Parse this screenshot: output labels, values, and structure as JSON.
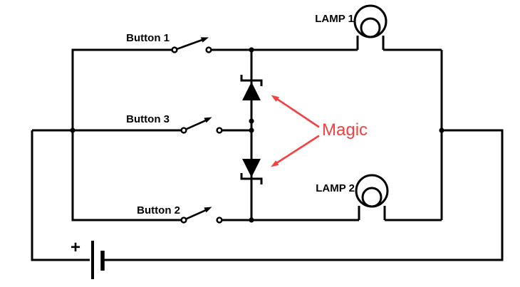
{
  "labels": {
    "button1": "Button 1",
    "button3": "Button 3",
    "button2": "Button 2",
    "lamp1": "LAMP 1",
    "lamp2": "LAMP 2",
    "annotation": "Magic",
    "battery_polarity": "+"
  },
  "colors": {
    "wire": "#000000",
    "annotation_red": "#f44141",
    "background": "#ffffff"
  },
  "components": [
    {
      "name": "battery",
      "type": "battery",
      "polarity_label": "+"
    },
    {
      "name": "switch-button-1",
      "type": "spst-pushbutton-switch",
      "label": "Button 1",
      "state": "open"
    },
    {
      "name": "switch-button-3",
      "type": "spst-pushbutton-switch",
      "label": "Button 3",
      "state": "open"
    },
    {
      "name": "switch-button-2",
      "type": "spst-pushbutton-switch",
      "label": "Button 2",
      "state": "open"
    },
    {
      "name": "lamp-1",
      "type": "lamp",
      "label": "LAMP 1"
    },
    {
      "name": "lamp-2",
      "type": "lamp",
      "label": "LAMP 2"
    },
    {
      "name": "diode-upper",
      "type": "zener-diode",
      "orientation": "cathode-up",
      "annotation": "Magic"
    },
    {
      "name": "diode-lower",
      "type": "zener-diode",
      "orientation": "cathode-down",
      "annotation": "Magic"
    }
  ]
}
